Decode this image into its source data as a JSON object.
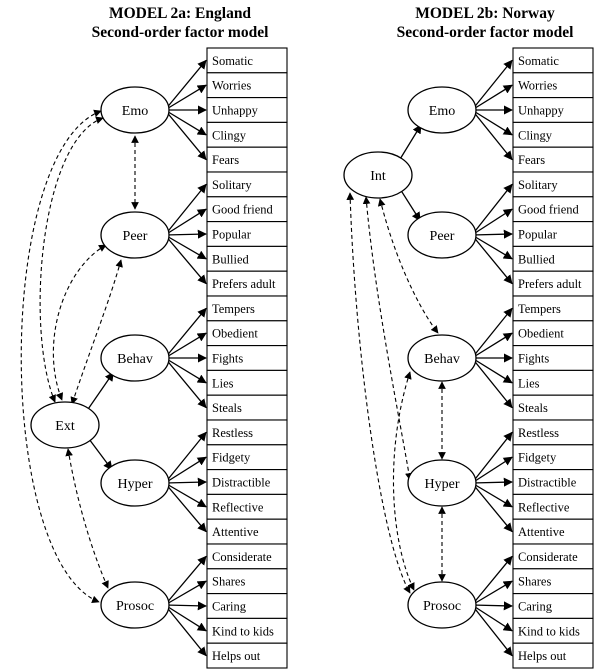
{
  "panels": [
    {
      "title_line1": "MODEL 2a: England",
      "title_line2": "Second-order factor model",
      "items": [
        "Somatic",
        "Worries",
        "Unhappy",
        "Clingy",
        "Fears",
        "Solitary",
        "Good friend",
        "Popular",
        "Bullied",
        "Prefers adult",
        "Tempers",
        "Obedient",
        "Fights",
        "Lies",
        "Steals",
        "Restless",
        "Fidgety",
        "Distractible",
        "Reflective",
        "Attentive",
        "Considerate",
        "Shares",
        "Caring",
        "Kind to kids",
        "Helps out"
      ],
      "factors": [
        {
          "id": "Emo",
          "label": "Emo"
        },
        {
          "id": "Peer",
          "label": "Peer"
        },
        {
          "id": "Behav",
          "label": "Behav"
        },
        {
          "id": "Hyper",
          "label": "Hyper"
        },
        {
          "id": "Prosoc",
          "label": "Prosoc"
        }
      ],
      "second_order": {
        "id": "Ext",
        "label": "Ext",
        "loads_on": [
          "Behav",
          "Hyper"
        ]
      },
      "correlations": [
        [
          "Emo",
          "Peer"
        ],
        [
          "Emo",
          "Ext"
        ],
        [
          "Peer",
          "Ext"
        ],
        [
          "Peer",
          "Ext"
        ],
        [
          "Ext",
          "Prosoc"
        ],
        [
          "Emo",
          "Prosoc"
        ]
      ]
    },
    {
      "title_line1": "MODEL 2b: Norway",
      "title_line2": "Second-order factor model",
      "items": [
        "Somatic",
        "Worries",
        "Unhappy",
        "Clingy",
        "Fears",
        "Solitary",
        "Good friend",
        "Popular",
        "Bullied",
        "Prefers adult",
        "Tempers",
        "Obedient",
        "Fights",
        "Lies",
        "Steals",
        "Restless",
        "Fidgety",
        "Distractible",
        "Reflective",
        "Attentive",
        "Considerate",
        "Shares",
        "Caring",
        "Kind to kids",
        "Helps out"
      ],
      "factors": [
        {
          "id": "Emo",
          "label": "Emo"
        },
        {
          "id": "Peer",
          "label": "Peer"
        },
        {
          "id": "Behav",
          "label": "Behav"
        },
        {
          "id": "Hyper",
          "label": "Hyper"
        },
        {
          "id": "Prosoc",
          "label": "Prosoc"
        }
      ],
      "second_order": {
        "id": "Int",
        "label": "Int",
        "loads_on": [
          "Emo",
          "Peer"
        ]
      },
      "correlations": [
        [
          "Int",
          "Behav"
        ],
        [
          "Behav",
          "Hyper"
        ],
        [
          "Hyper",
          "Prosoc"
        ],
        [
          "Int",
          "Hyper"
        ],
        [
          "Int",
          "Prosoc"
        ],
        [
          "Behav",
          "Prosoc"
        ]
      ]
    }
  ]
}
